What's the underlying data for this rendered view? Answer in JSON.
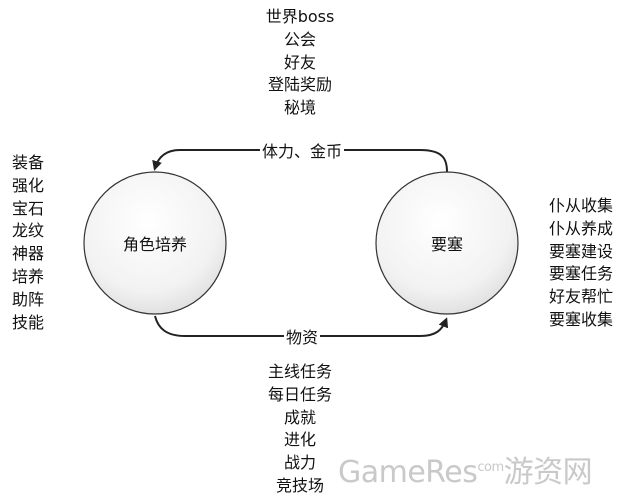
{
  "nodes": {
    "character": "角色培养",
    "fortress": "要塞"
  },
  "edges": {
    "top_label": "体力、金币",
    "bottom_label": "物资"
  },
  "lists": {
    "top": [
      "世界boss",
      "公会",
      "好友",
      "登陆奖励",
      "秘境"
    ],
    "left": [
      "装备",
      "强化",
      "宝石",
      "龙纹",
      "神器",
      "培养",
      "助阵",
      "技能"
    ],
    "right": [
      "仆从收集",
      "仆从养成",
      "要塞建设",
      "要塞任务",
      "好友帮忙",
      "要塞收集"
    ],
    "bottom": [
      "主线任务",
      "每日任务",
      "成就",
      "进化",
      "战力",
      "竞技场"
    ]
  },
  "watermark": {
    "brand": "GameRes",
    "small": "com",
    "cn": "游资网"
  }
}
